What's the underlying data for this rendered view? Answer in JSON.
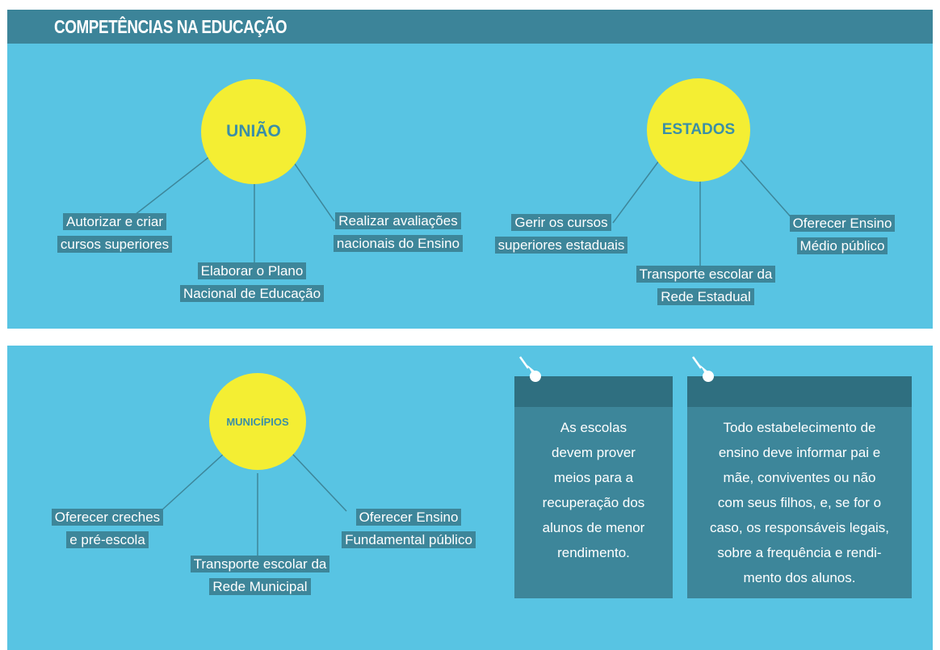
{
  "header": {
    "title": "COMPETÊNCIAS NA EDUCAÇÃO"
  },
  "uniao": {
    "name": "UNIÃO",
    "items": [
      [
        "Autorizar e criar",
        "cursos superiores"
      ],
      [
        "Elaborar o Plano",
        "Nacional de Educação"
      ],
      [
        "Realizar avaliações",
        "nacionais do Ensino"
      ]
    ]
  },
  "estados": {
    "name": "ESTADOS",
    "items": [
      [
        "Gerir os cursos",
        "superiores estaduais"
      ],
      [
        "Transporte escolar da",
        "Rede Estadual"
      ],
      [
        "Oferecer Ensino",
        "Médio público"
      ]
    ]
  },
  "municipios": {
    "name": "MUNICÍPIOS",
    "items": [
      [
        "Oferecer creches",
        "e pré-escola"
      ],
      [
        "Transporte escolar da",
        "Rede Municipal"
      ],
      [
        "Oferecer Ensino",
        "Fundamental público"
      ]
    ]
  },
  "notes": [
    [
      "As escolas",
      "devem prover",
      "meios para a",
      "recuperação dos",
      "alunos de menor",
      "rendimento."
    ],
    [
      "Todo estabelecimento de",
      "ensino deve informar pai e",
      "mãe, conviventes ou não",
      "com seus filhos, e, se for o",
      "caso, os responsáveis legais,",
      "sobre a frequência e rendi-",
      "mento dos alunos."
    ]
  ],
  "colors": {
    "panel": "#58c4e3",
    "header": "#3c8499",
    "circle": "#f4ee33",
    "label_bg": "#3d869a",
    "note_head": "#2f6f80"
  }
}
